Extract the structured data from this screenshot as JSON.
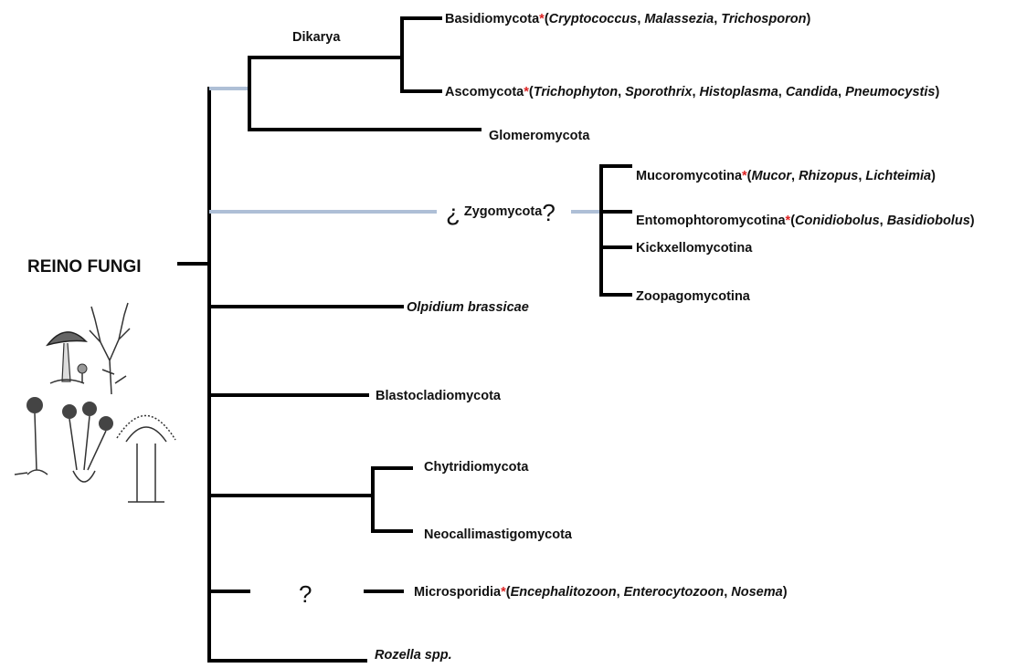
{
  "root": "REINO FUNGI",
  "clades": {
    "dikarya": "Dikarya",
    "basidiomycota": {
      "name": "Basidiomycota",
      "marker": "*",
      "open": "(",
      "genera": [
        "Cryptococcus",
        "Malassezia",
        "Trichosporon"
      ],
      "close": ")"
    },
    "ascomycota": {
      "name": "Ascomycota",
      "marker": "*",
      "open": "(",
      "genera": [
        "Trichophyton",
        "Sporothrix",
        "Histoplasma",
        "Candida",
        "Pneumocystis"
      ],
      "close": ")"
    },
    "glomeromycota": "Glomeromycota",
    "zygomycota": {
      "open_q": "¿",
      "name": "Zygomycota",
      "close_q": "?"
    },
    "mucoromycotina": {
      "name": "Mucoromycotina",
      "marker": "*",
      "open": "(",
      "genera": [
        "Mucor",
        "Rhizopus",
        "Lichteimia"
      ],
      "close": ")"
    },
    "entomophtoromycotina": {
      "name": "Entomophtoromycotina",
      "marker": "*",
      "open": "(",
      "genera": [
        "Conidiobolus",
        "Basidiobolus"
      ],
      "close": ")"
    },
    "kickxellomycotina": "Kickxellomycotina",
    "zoopagomycotina": "Zoopagomycotina",
    "olpidium": "Olpidium brassicae",
    "blastocladiomycota": "Blastocladiomycota",
    "chytridiomycota": "Chytridiomycota",
    "neocallimastigomycota": "Neocallimastigomycota",
    "microsporidia_q": "?",
    "microsporidia": {
      "name": "Microsporidia",
      "marker": "*",
      "open": "(",
      "genera": [
        "Encephalitozoon",
        "Enterocytozoon",
        "Nosema"
      ],
      "close": ")"
    },
    "rozella": "Rozella spp."
  },
  "colors": {
    "branch": "#000000",
    "uncertain_branch": "#aebfd6",
    "marker": "#dd2222"
  },
  "illustrations": [
    "mushroom-icon",
    "branching-hypha-icon",
    "sporangium-icon",
    "conidiophore-icon"
  ]
}
